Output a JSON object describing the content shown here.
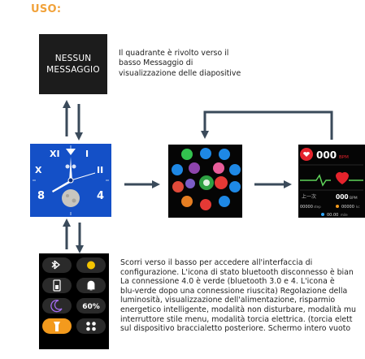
{
  "heading": "USO:",
  "message_screen": {
    "line1": "NESSUN",
    "line2": "MESSAGGIO"
  },
  "paragraph1": "Il quadrante è rivolto verso il basso Messaggio di visualizzazione delle diapositive",
  "paragraph2_lines": [
    "Scorri verso il basso per accedere all'interfaccia di",
    "configurazione. L'icona di stato bluetooth disconnesso è bian",
    "La connessione 4.0 è verde (bluetooth 3.0 e 4. L'icona è",
    "blu-verde dopo una connessione riuscita) Regolazione della",
    "luminosità, visualizzazione dell'alimentazione, risparmio",
    "energetico intelligente, modalità non disturbare, modalità mu",
    "interruttore stile menu, modalità torcia elettrica. (torcia elett",
    "sul dispositivo braccialetto posteriore. Schermo intero vuoto"
  ],
  "watch_face": {
    "numerals": {
      "top_left": "XI",
      "top_right": "I",
      "left": "X",
      "right": "II",
      "bottom_left": "8",
      "bottom_right": "4"
    },
    "colors": {
      "face": "#1450c7",
      "marker": "#ffffff",
      "moon": "#c9c6bf"
    }
  },
  "heart_rate_screen": {
    "bpm_main": "000",
    "unit": "BPM",
    "prev_label": "上一次",
    "prev_value": "000",
    "steps_value": "00000",
    "steps_unit": "step",
    "calories_value": "00000",
    "calories_unit": "kc",
    "distance_value": "00.00",
    "distance_unit": "mile"
  },
  "control_center": {
    "battery_percent": "60%",
    "tiles": [
      "bluetooth-icon",
      "brightness-icon",
      "battery-icon",
      "bell-icon",
      "moon-icon",
      "percent-tile",
      "flashlight-icon",
      "menu-style-icon"
    ]
  },
  "colors": {
    "accent": "#f1a23a",
    "arrow": "#3a4a5a",
    "heart": "#e5232c",
    "ecg": "#5fd35a",
    "power": "#f4c400",
    "torch": "#f39a1d"
  }
}
